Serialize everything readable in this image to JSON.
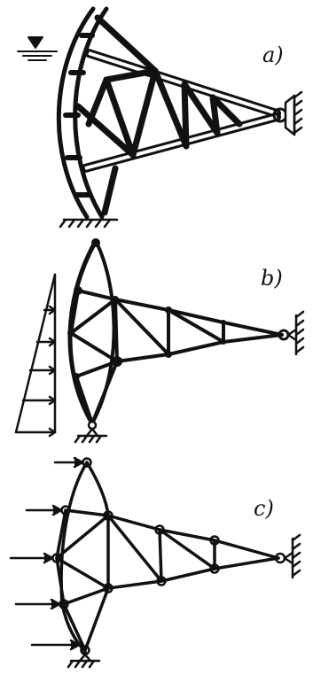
{
  "labels": {
    "a": "a)",
    "b": "b)",
    "c": "c)"
  },
  "colors": {
    "ink": "#111111",
    "background": "#ffffff"
  }
}
